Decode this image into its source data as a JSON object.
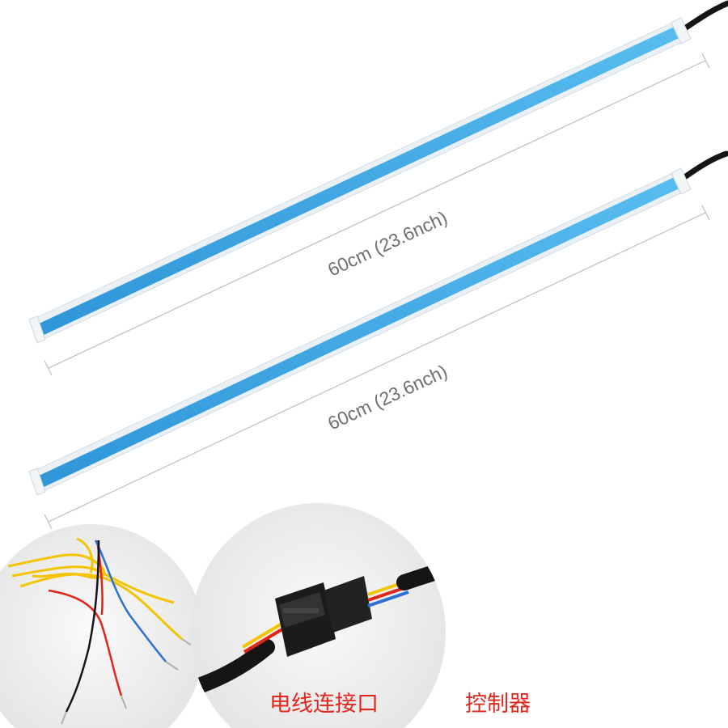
{
  "strips": [
    {
      "length_label": "60cm (23.6nch)"
    },
    {
      "length_label": "60cm (23.6nch)"
    }
  ],
  "photos": [
    {
      "caption": ""
    },
    {
      "caption": "电线连接口"
    },
    {
      "caption": "控制器"
    }
  ],
  "colors": {
    "strip_blue": "#3aa6e4",
    "strip_edge": "#e9f1f6",
    "cable_black": "#151515",
    "dimension_line": "#bdbdbd",
    "caption_red": "#e2261d",
    "photo_bg": "#eeeeee",
    "wire_yellow": "#f3c400",
    "wire_red": "#e02518",
    "wire_blue": "#2c6fd6"
  }
}
